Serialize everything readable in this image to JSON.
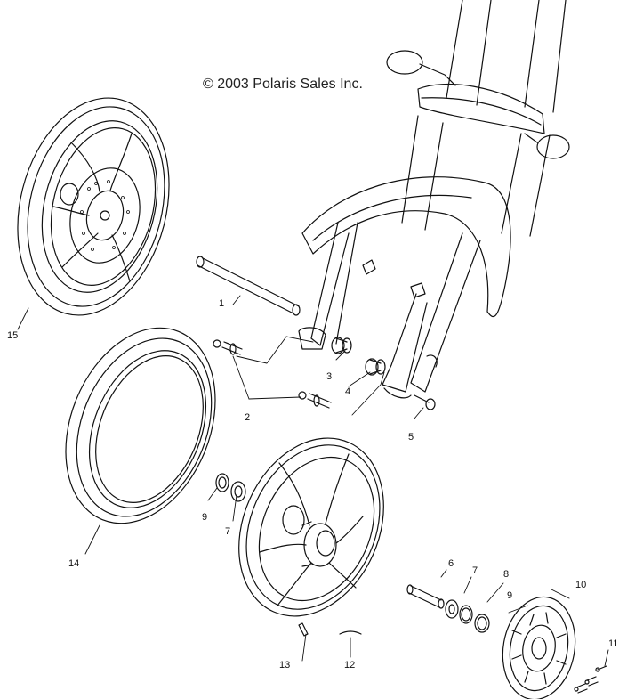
{
  "copyright": "© 2003 Polaris Sales Inc.",
  "callouts": [
    {
      "id": "c1",
      "label": "1"
    },
    {
      "id": "c2",
      "label": "2"
    },
    {
      "id": "c3",
      "label": "3"
    },
    {
      "id": "c4",
      "label": "4"
    },
    {
      "id": "c5",
      "label": "5"
    },
    {
      "id": "c6",
      "label": "6"
    },
    {
      "id": "c7a",
      "label": "7"
    },
    {
      "id": "c7b",
      "label": "7"
    },
    {
      "id": "c8",
      "label": "8"
    },
    {
      "id": "c9a",
      "label": "9"
    },
    {
      "id": "c9b",
      "label": "9"
    },
    {
      "id": "c10",
      "label": "10"
    },
    {
      "id": "c11",
      "label": "11"
    },
    {
      "id": "c12",
      "label": "12"
    },
    {
      "id": "c13",
      "label": "13"
    },
    {
      "id": "c14",
      "label": "14"
    },
    {
      "id": "c15",
      "label": "15"
    }
  ]
}
